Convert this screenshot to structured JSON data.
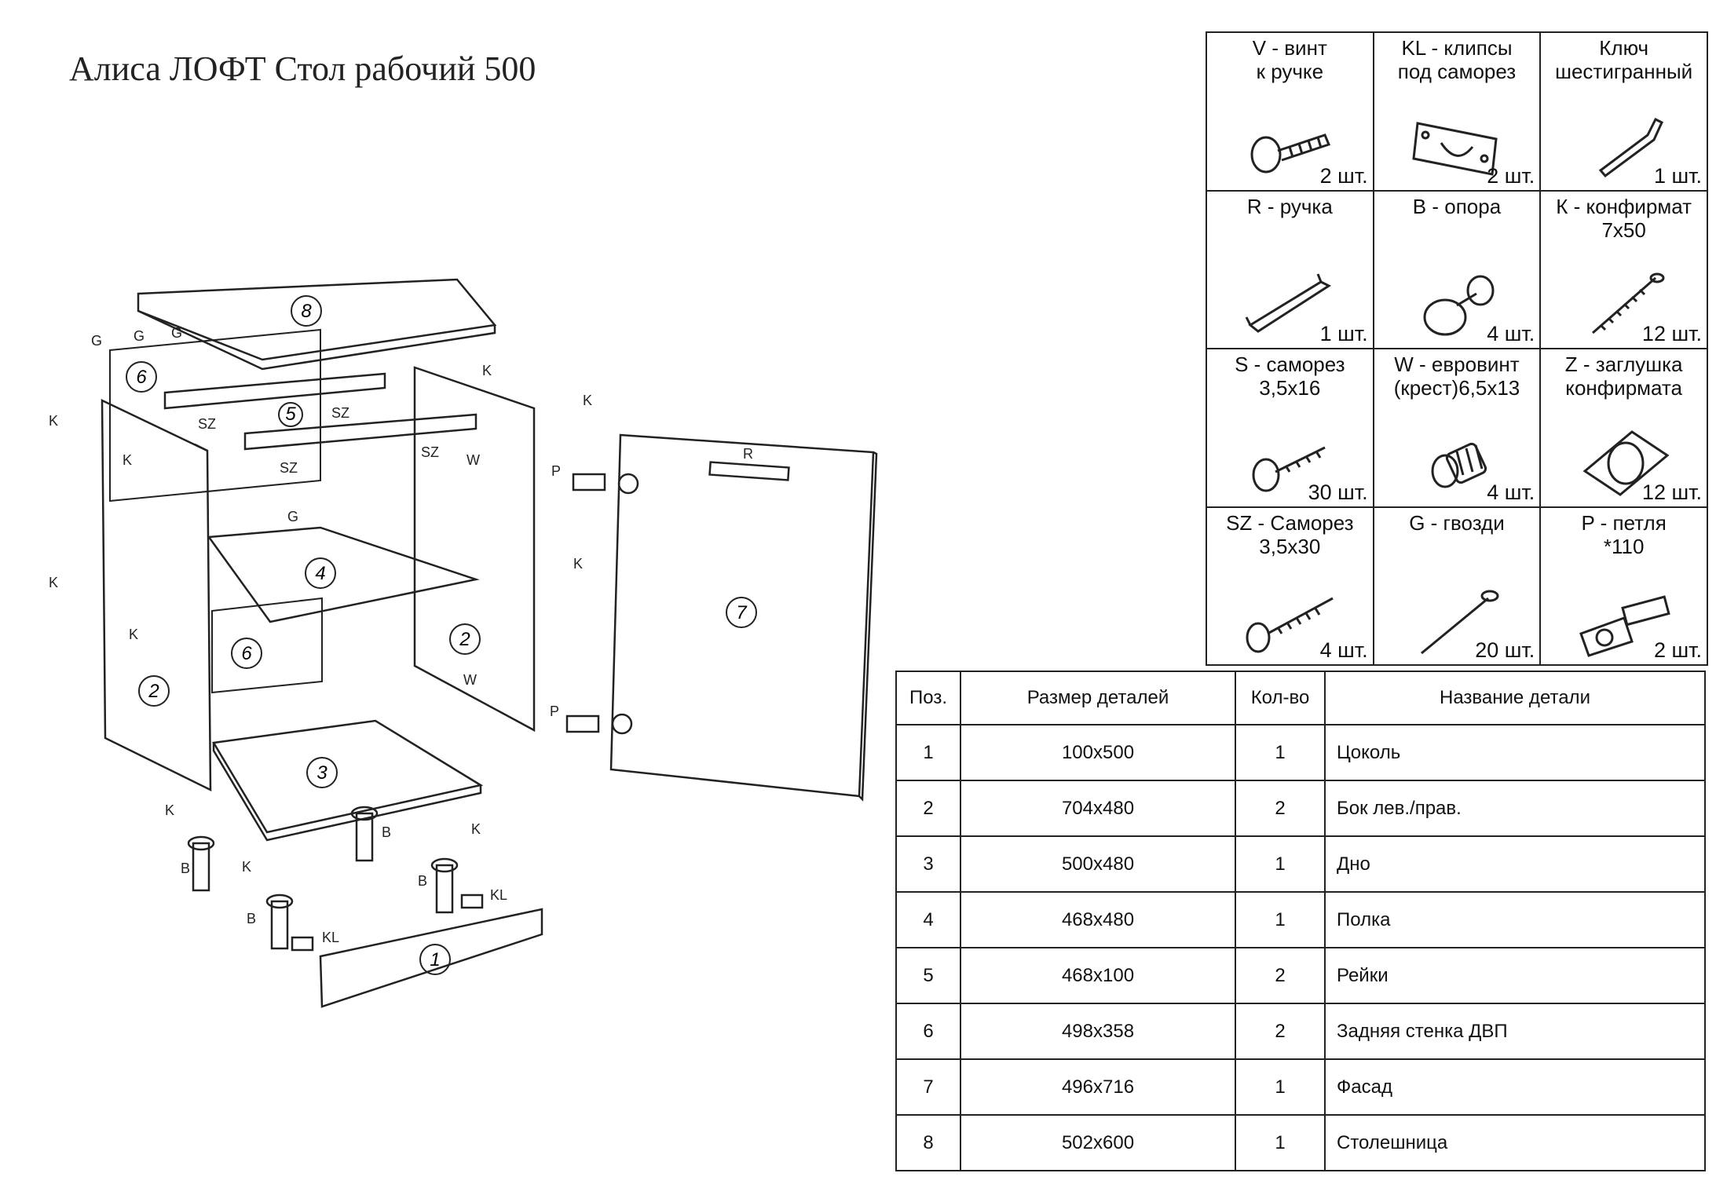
{
  "title": "Алиса ЛОФТ Стол рабочий 500",
  "hardware": [
    {
      "title": "V - винт\nк ручке",
      "qty": "2 шт.",
      "icon": "screw-icon"
    },
    {
      "title": "KL - клипсы\nпод саморез",
      "qty": "2 шт.",
      "icon": "clip-icon"
    },
    {
      "title": "Ключ\nшестигранный",
      "qty": "1 шт.",
      "icon": "hex-key-icon"
    },
    {
      "title": "R - ручка",
      "qty": "1 шт.",
      "icon": "handle-icon"
    },
    {
      "title": "B - опора",
      "qty": "4 шт.",
      "icon": "leg-support-icon"
    },
    {
      "title": "К - конфирмат\n7х50",
      "qty": "12 шт.",
      "icon": "confirmat-icon"
    },
    {
      "title": "S - саморез\n3,5х16",
      "qty": "30 шт.",
      "icon": "short-screw-icon"
    },
    {
      "title": "W - евровинт\n(крест)6,5х13",
      "qty": "4 шт.",
      "icon": "euro-screw-icon"
    },
    {
      "title": "Z - заглушка\nконфирмата",
      "qty": "12 шт.",
      "icon": "cap-icon"
    },
    {
      "title": "SZ - Саморез\n3,5х30",
      "qty": "4 шт.",
      "icon": "long-screw-icon"
    },
    {
      "title": "G - гвозди",
      "qty": "20 шт.",
      "icon": "nail-icon"
    },
    {
      "title": "P - петля\n*110",
      "qty": "2 шт.",
      "icon": "hinge-icon"
    }
  ],
  "parts_table": {
    "headers": [
      "Поз.",
      "Размер деталей",
      "Кол-во",
      "Название детали"
    ],
    "rows": [
      [
        "1",
        "100х500",
        "1",
        "Цоколь"
      ],
      [
        "2",
        "704х480",
        "2",
        "Бок лев./прав."
      ],
      [
        "3",
        "500х480",
        "1",
        "Дно"
      ],
      [
        "4",
        "468х480",
        "1",
        "Полка"
      ],
      [
        "5",
        "468х100",
        "2",
        "Рейки"
      ],
      [
        "6",
        "498х358",
        "2",
        "Задняя стенка ДВП"
      ],
      [
        "7",
        "496х716",
        "1",
        "Фасад"
      ],
      [
        "8",
        "502х600",
        "1",
        "Столешница"
      ]
    ]
  },
  "diagram": {
    "part_numbers": [
      "8",
      "6",
      "5",
      "4",
      "6",
      "2",
      "2",
      "3",
      "7",
      "1"
    ],
    "fastener_labels": [
      "G",
      "G",
      "G",
      "K",
      "K",
      "K",
      "K",
      "K",
      "K",
      "K",
      "K",
      "K",
      "K",
      "SZ",
      "SZ",
      "SZ",
      "SZ",
      "W",
      "W",
      "P",
      "P",
      "R",
      "G",
      "B",
      "B",
      "B",
      "B",
      "KL",
      "KL"
    ]
  }
}
